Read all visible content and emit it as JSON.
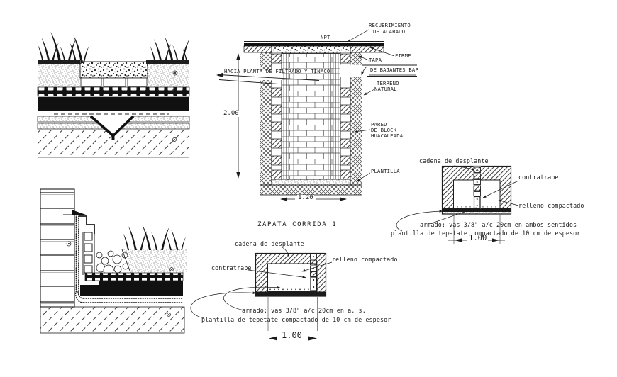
{
  "colors": {
    "ink": "#1c1c1c",
    "background": "#ffffff"
  },
  "registro": {
    "npt": "NPT",
    "recubrimiento_l1": "RECUBRIMIENTO",
    "recubrimiento_l2": "DE ACABADO",
    "firme": "FIRME",
    "tapa": "TAPA",
    "bajantes": "DE BAJANTES BAP",
    "hacia": "HACIA PLANTA DE FILTRADO Y TINACO",
    "terreno_l1": "TERRENO",
    "terreno_l2": "NATURAL",
    "pared_l1": "PARED",
    "pared_l2": "DE BLOCK",
    "pared_l3": "HUACALEADA",
    "plantilla": "PLANTILLA",
    "dim_height": "2.00",
    "dim_width": "1.20",
    "title": "ZAPATA CORRIDA 1"
  },
  "zapata1": {
    "cadena": "cadena de desplante",
    "contratrabe": "contratrabe",
    "relleno": "relleno compactado",
    "armado": "armado:  vas 3/8\" a/c 20cm en a. s.",
    "plantilla": "plantilla de tepetate compactado de 10 cm de espesor",
    "dim": "1.00"
  },
  "zapata2": {
    "cadena": "cadena de desplante",
    "contratrabe": "contratrabe",
    "relleno": "relleno compactado",
    "armado": "armado: vas 3/8\" a/c 20cm en ambos sentidos",
    "plantilla": "plantilla de tepetate compactado de 10 cm de espesor",
    "dim": "1.00"
  }
}
